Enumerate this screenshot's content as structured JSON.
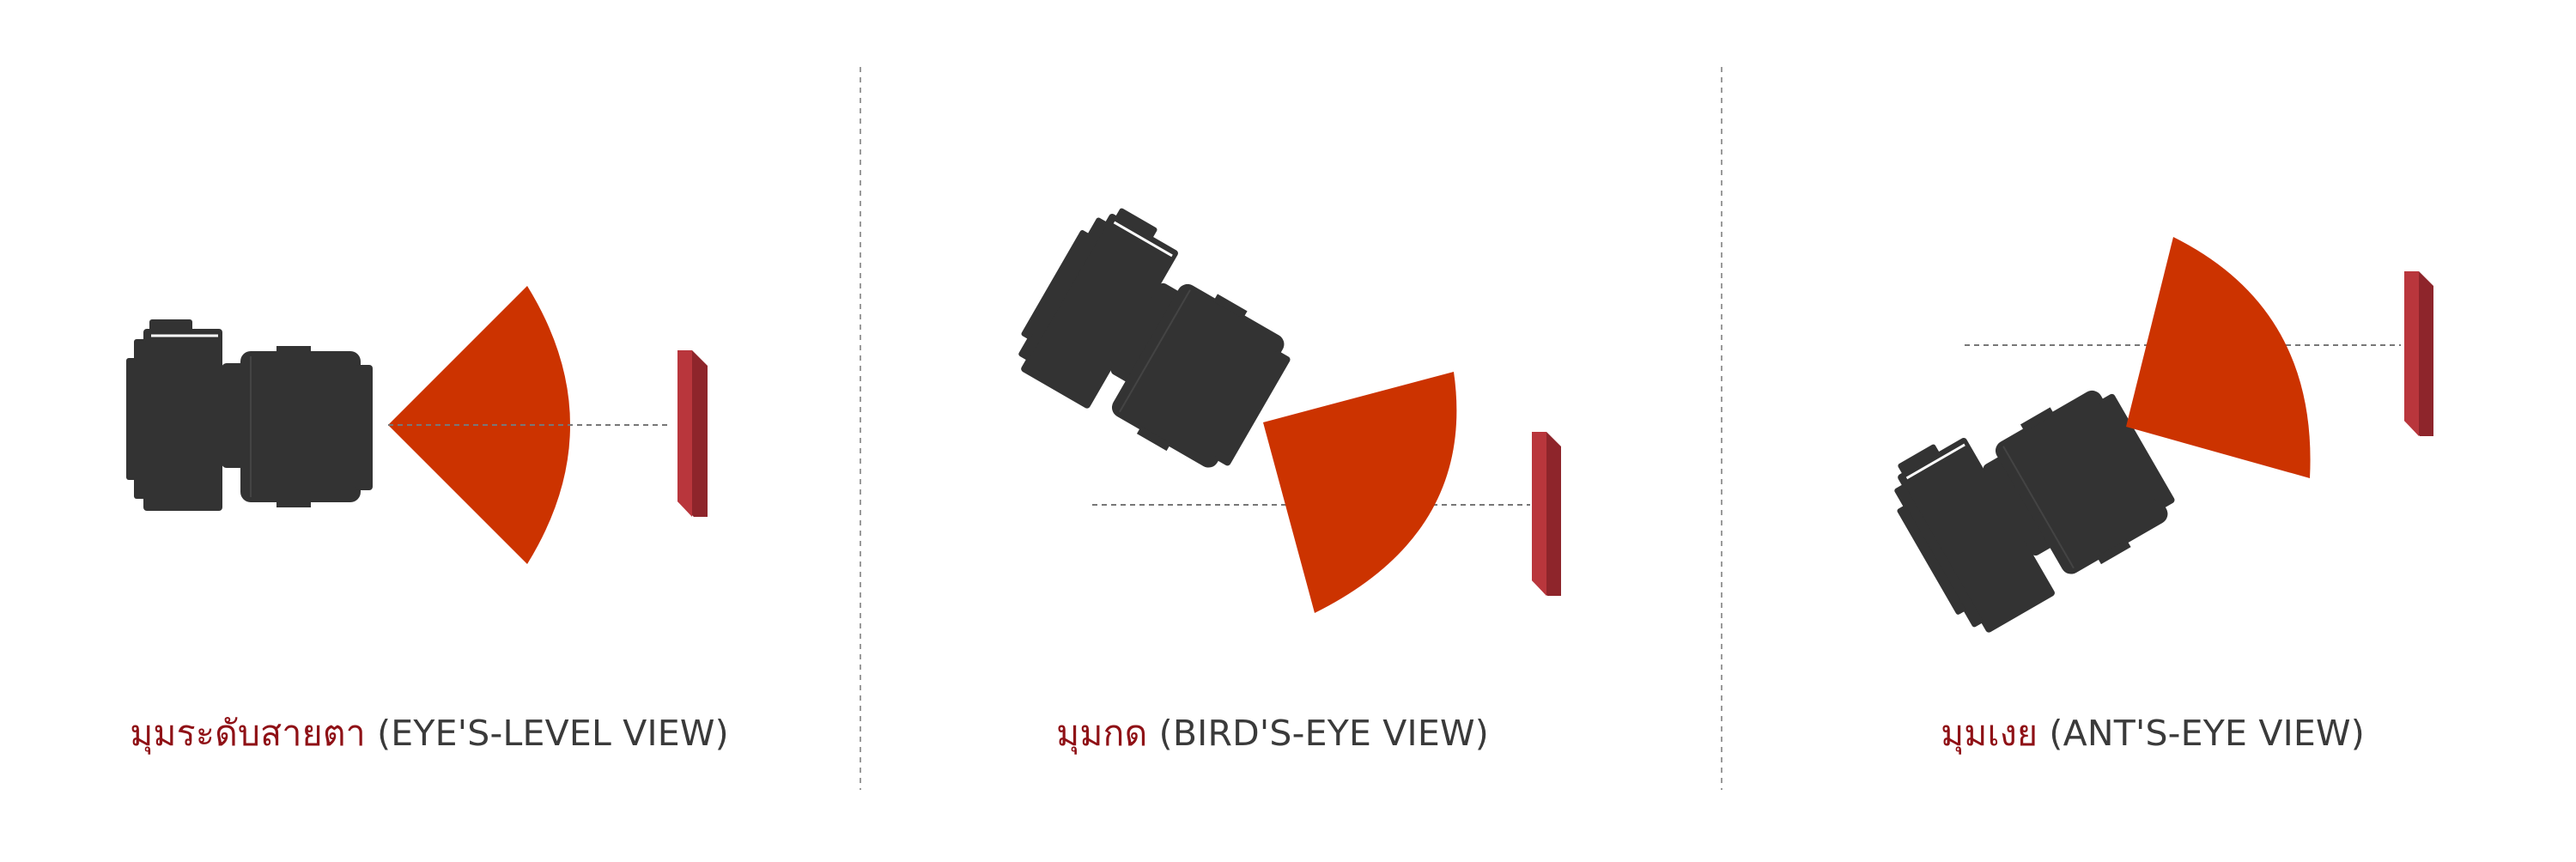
{
  "colors": {
    "accent_red": "#cc3300",
    "camera": "#333333",
    "subject": "#b9363c",
    "subject_dark": "#8e252b",
    "thai_label": "#8f1116",
    "english_label": "#3a3a3a",
    "divider": "#9a9a9a"
  },
  "panels": [
    {
      "thai": "มุมระดับสายตา",
      "english": "(EYE'S-LEVEL VIEW)"
    },
    {
      "thai": "มุมกด",
      "english": "(BIRD'S-EYE VIEW)"
    },
    {
      "thai": "มุมเงย",
      "english": "(ANT'S-EYE VIEW)"
    }
  ]
}
